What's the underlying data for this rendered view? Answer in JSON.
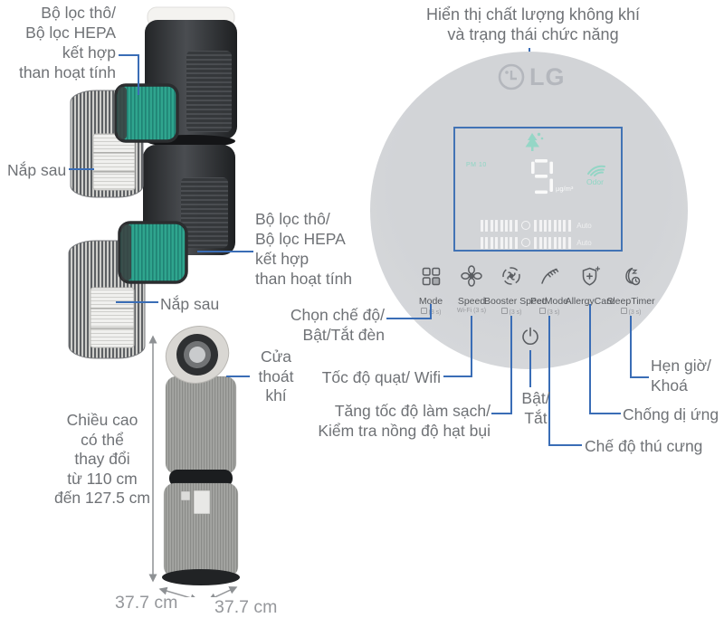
{
  "left": {
    "filter_label_top": [
      "Bộ lọc thô/",
      "Bộ lọc HEPA",
      "kết hợp",
      "than hoạt tính"
    ],
    "rear_cover_label_1": "Nắp sau",
    "filter_label_mid": [
      "Bộ lọc thô/",
      "Bộ lọc HEPA",
      "kết hợp",
      "than hoạt tính"
    ],
    "rear_cover_label_2": "Nắp sau",
    "air_outlet_label": [
      "Cửa",
      "thoát",
      "khí"
    ],
    "height_label": [
      "Chiều cao",
      "có thể",
      "thay đổi",
      "từ 110 cm",
      "đến 127.5 cm"
    ],
    "depth_dim": "37.7 cm",
    "width_dim": "37.7 cm"
  },
  "panel": {
    "title": [
      "Hiển thị chất lượng không khí",
      "và trạng thái chức năng"
    ],
    "brand": "LG",
    "display": {
      "pm_label": "PM 10",
      "pm_value": "9",
      "pm_unit": "µg/m³",
      "odor_label": "Odor",
      "auto_label_1": "Auto",
      "auto_label_2": "Auto"
    },
    "buttons": [
      {
        "label": "Mode",
        "sub": "(3 s)",
        "icon": "grid-icon"
      },
      {
        "label": "Speed",
        "sub": "Wi-Fi (3 s)",
        "icon": "fan-icon"
      },
      {
        "label": "Booster Speed",
        "sub": "(3 s)",
        "icon": "booster-fan-icon"
      },
      {
        "label": "PetMode",
        "sub": "(3 s)",
        "icon": "pet-hand-icon"
      },
      {
        "label": "AllergyCare",
        "sub": "",
        "icon": "shield-plus-icon"
      },
      {
        "label": "SleepTimer",
        "sub": "(3 s)",
        "icon": "moon-clock-icon"
      }
    ],
    "annotations": {
      "mode": [
        "Chọn chế độ/",
        "Bật/Tắt đèn"
      ],
      "speed": "Tốc độ quạt/ Wifi",
      "booster": [
        "Tăng tốc độ làm sạch/",
        "Kiểm tra nồng độ hạt bụi"
      ],
      "power": [
        "Bật/",
        "Tắt"
      ],
      "pet": "Chế độ thú cưng",
      "allergy": "Chống dị ứng",
      "sleep": [
        "Hẹn giờ/",
        "Khoá"
      ]
    }
  },
  "colors": {
    "annotation_line": "#3a6db6",
    "annotation_text": "#6f7276",
    "display_border": "#4273b5",
    "display_teal": "#8ed6c4",
    "brand_gray": "#b4b7bd",
    "filter_green": "#2fa58e"
  }
}
